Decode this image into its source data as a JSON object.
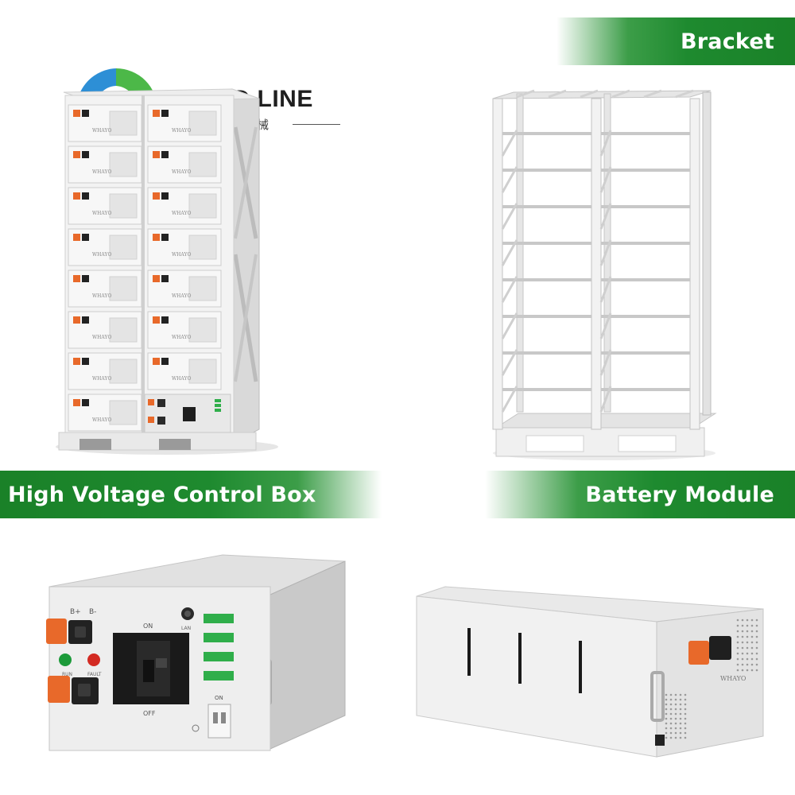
{
  "banners": {
    "bracket": "Bracket",
    "control_box": "High Voltage Control Box",
    "battery_module": "Battery Module"
  },
  "logo": {
    "name": "FOOD LINE",
    "subtitle": "富来机械"
  },
  "product_labels": {
    "brand": "WHAYO",
    "switch_on": "ON",
    "switch_off": "OFF",
    "breaker_on": "ON",
    "lan": "LAN",
    "run": "RUN",
    "fault": "FAULT",
    "b_plus": "B+",
    "b_minus": "B-"
  },
  "colors": {
    "banner_green": "#1e8a2f",
    "terminal_orange": "#e8692a",
    "connector_green": "#2fae4a",
    "panel_grey": "#d8d8d8"
  }
}
